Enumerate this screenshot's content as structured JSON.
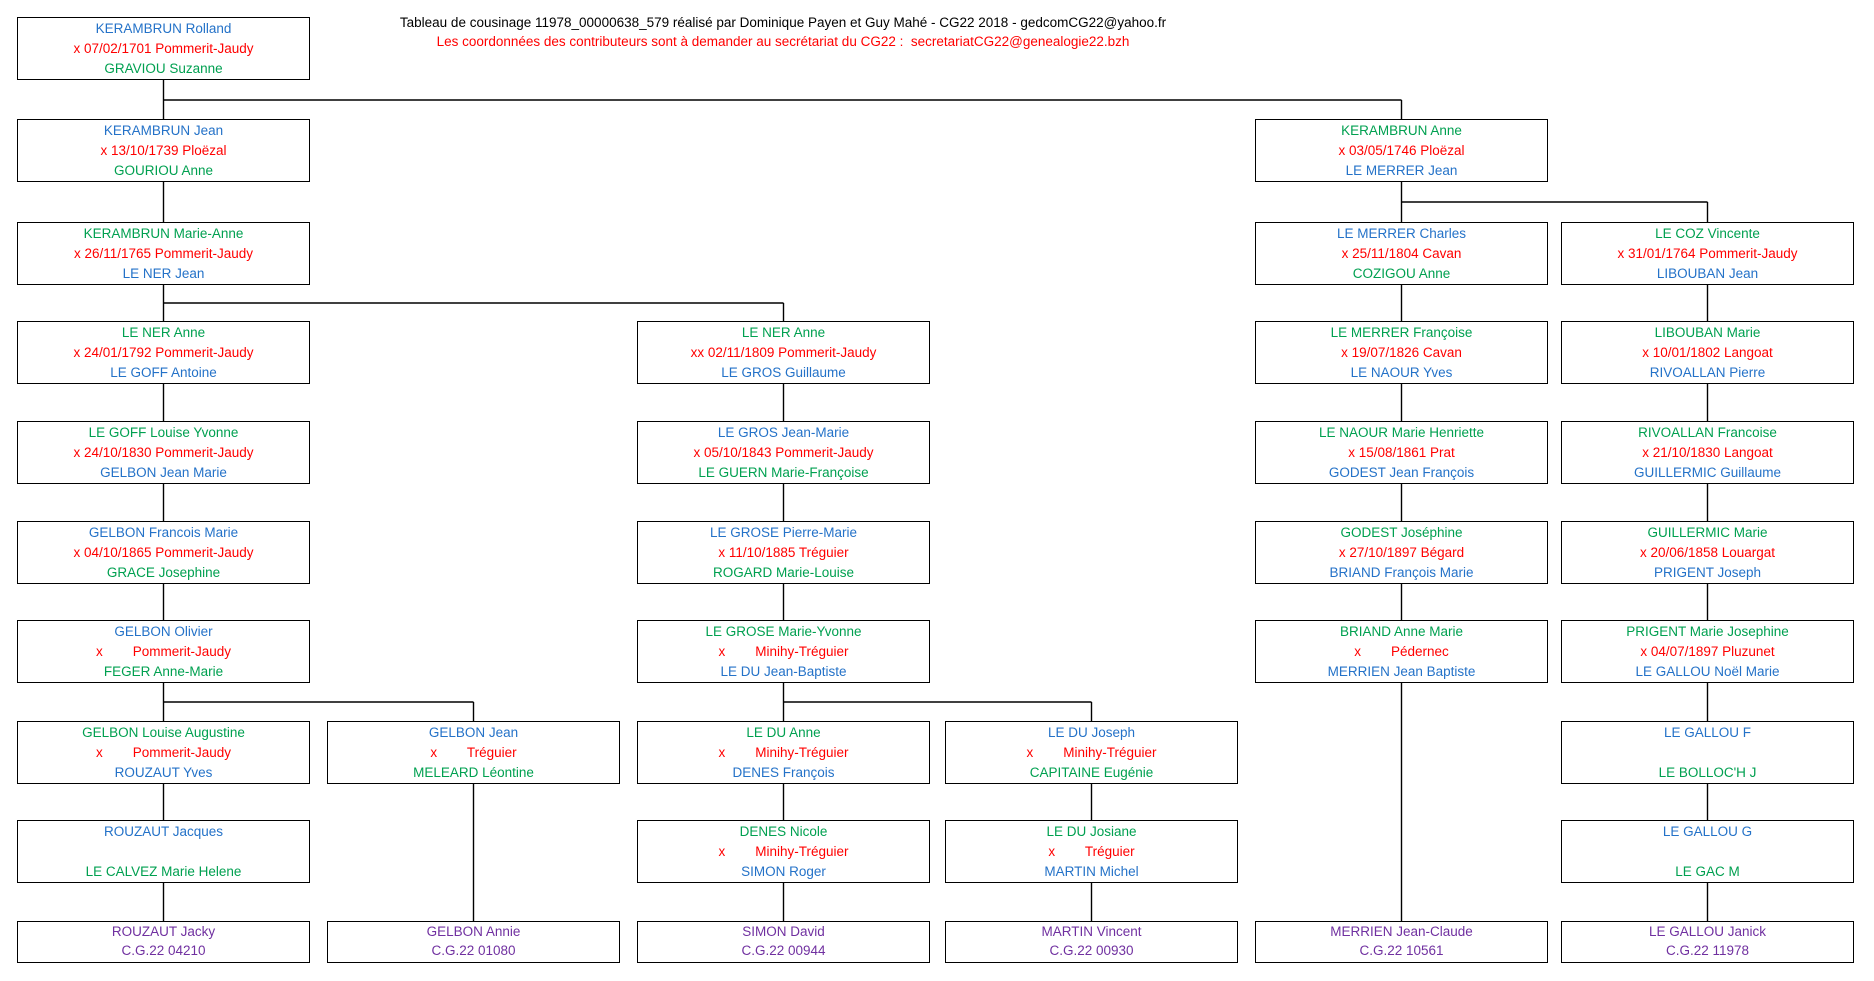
{
  "title": {
    "line1": "Tableau de cousinage 11978_00000638_579 réalisé par Dominique Payen et Guy Mahé - CG22 2018 - gedcomCG22@yahoo.fr",
    "line2": "Les coordonnées des contributeurs sont à demander au secrétariat du CG22 :  secretariatCG22@genealogie22.bzh"
  },
  "colors": {
    "blue": "#2472C8",
    "green": "#00A050",
    "red": "#FF0000",
    "purple": "#7030A0",
    "black": "#000000",
    "line": "#000000"
  },
  "boxes": [
    {
      "id": "b01",
      "col": 1,
      "row": 1,
      "line1": "KERAMBRUN Rolland",
      "line1_color": "blue",
      "line2": "x 07/02/1701 Pommerit-Jaudy",
      "line3": "GRAVIOU Suzanne",
      "line3_color": "green"
    },
    {
      "id": "b02",
      "col": 1,
      "row": 2,
      "line1": "KERAMBRUN Jean",
      "line1_color": "blue",
      "line2": "x 13/10/1739 Ploëzal",
      "line3": "GOURIOU Anne",
      "line3_color": "green"
    },
    {
      "id": "b03",
      "col": 1,
      "row": 3,
      "line1": "KERAMBRUN Marie-Anne",
      "line1_color": "green",
      "line2": "x 26/11/1765 Pommerit-Jaudy",
      "line3": "LE NER Jean",
      "line3_color": "blue"
    },
    {
      "id": "b04",
      "col": 1,
      "row": 4,
      "line1": "LE NER Anne",
      "line1_color": "green",
      "line2": "x 24/01/1792 Pommerit-Jaudy",
      "line3": "LE GOFF Antoine",
      "line3_color": "blue"
    },
    {
      "id": "b05",
      "col": 1,
      "row": 5,
      "line1": "LE GOFF Louise Yvonne",
      "line1_color": "green",
      "line2": "x 24/10/1830 Pommerit-Jaudy",
      "line3": "GELBON Jean Marie",
      "line3_color": "blue"
    },
    {
      "id": "b06",
      "col": 1,
      "row": 6,
      "line1": "GELBON Francois Marie",
      "line1_color": "blue",
      "line2": "x 04/10/1865 Pommerit-Jaudy",
      "line3": "GRACE Josephine",
      "line3_color": "green"
    },
    {
      "id": "b07",
      "col": 1,
      "row": 7,
      "line1": "GELBON Olivier",
      "line1_color": "blue",
      "line2": "x        Pommerit-Jaudy",
      "line3": "FEGER Anne-Marie",
      "line3_color": "green"
    },
    {
      "id": "b08",
      "col": 1,
      "row": 8,
      "line1": "GELBON Louise Augustine",
      "line1_color": "green",
      "line2": "x        Pommerit-Jaudy",
      "line3": "ROUZAUT Yves",
      "line3_color": "blue"
    },
    {
      "id": "b09",
      "col": 1,
      "row": 9,
      "line1": "ROUZAUT Jacques",
      "line1_color": "blue",
      "line2": "",
      "line3": "LE CALVEZ Marie Helene",
      "line3_color": "green"
    },
    {
      "id": "b10",
      "col": 1,
      "row": 10,
      "line1": "ROUZAUT Jacky",
      "line2": "C.G.22 04210",
      "code_box": true
    },
    {
      "id": "b11",
      "col": 2,
      "row": 8,
      "line1": "GELBON Jean",
      "line1_color": "blue",
      "line2": "x        Tréguier",
      "line3": "MELEARD Léontine",
      "line3_color": "green"
    },
    {
      "id": "b12",
      "col": 2,
      "row": 10,
      "line1": "GELBON Annie",
      "line2": "C.G.22 01080",
      "code_box": true
    },
    {
      "id": "b13",
      "col": 3,
      "row": 4,
      "line1": "LE NER Anne",
      "line1_color": "green",
      "line2": "xx 02/11/1809 Pommerit-Jaudy",
      "line3": "LE GROS Guillaume",
      "line3_color": "blue"
    },
    {
      "id": "b14",
      "col": 3,
      "row": 5,
      "line1": "LE GROS Jean-Marie",
      "line1_color": "blue",
      "line2": "x 05/10/1843 Pommerit-Jaudy",
      "line3": "LE GUERN Marie-Françoise",
      "line3_color": "green"
    },
    {
      "id": "b15",
      "col": 3,
      "row": 6,
      "line1": "LE GROSE Pierre-Marie",
      "line1_color": "blue",
      "line2": "x 11/10/1885 Tréguier",
      "line3": "ROGARD Marie-Louise",
      "line3_color": "green"
    },
    {
      "id": "b16",
      "col": 3,
      "row": 7,
      "line1": "LE GROSE Marie-Yvonne",
      "line1_color": "green",
      "line2": "x        Minihy-Tréguier",
      "line3": "LE DU Jean-Baptiste",
      "line3_color": "blue"
    },
    {
      "id": "b17",
      "col": 3,
      "row": 8,
      "line1": "LE DU Anne",
      "line1_color": "green",
      "line2": "x        Minihy-Tréguier",
      "line3": "DENES François",
      "line3_color": "blue"
    },
    {
      "id": "b18",
      "col": 3,
      "row": 9,
      "line1": "DENES Nicole",
      "line1_color": "green",
      "line2": "x        Minihy-Tréguier",
      "line3": "SIMON Roger",
      "line3_color": "blue"
    },
    {
      "id": "b19",
      "col": 3,
      "row": 10,
      "line1": "SIMON David",
      "line2": "C.G.22 00944",
      "code_box": true
    },
    {
      "id": "b20",
      "col": 4,
      "row": 8,
      "line1": "LE DU Joseph",
      "line1_color": "blue",
      "line2": "x        Minihy-Tréguier",
      "line3": "CAPITAINE Eugénie",
      "line3_color": "green"
    },
    {
      "id": "b21",
      "col": 4,
      "row": 9,
      "line1": "LE DU Josiane",
      "line1_color": "green",
      "line2": "x        Tréguier",
      "line3": "MARTIN Michel",
      "line3_color": "blue"
    },
    {
      "id": "b22",
      "col": 4,
      "row": 10,
      "line1": "MARTIN Vincent",
      "line2": "C.G.22 00930",
      "code_box": true
    },
    {
      "id": "b23",
      "col": 5,
      "row": 2,
      "line1": "KERAMBRUN Anne",
      "line1_color": "green",
      "line2": "x 03/05/1746 Ploëzal",
      "line3": "LE MERRER Jean",
      "line3_color": "blue"
    },
    {
      "id": "b24",
      "col": 5,
      "row": 3,
      "line1": "LE MERRER Charles",
      "line1_color": "blue",
      "line2": "x 25/11/1804 Cavan",
      "line3": "COZIGOU Anne",
      "line3_color": "green"
    },
    {
      "id": "b25",
      "col": 5,
      "row": 4,
      "line1": "LE MERRER Françoise",
      "line1_color": "green",
      "line2": "x 19/07/1826 Cavan",
      "line3": "LE NAOUR Yves",
      "line3_color": "blue"
    },
    {
      "id": "b26",
      "col": 5,
      "row": 5,
      "line1": "LE NAOUR Marie Henriette",
      "line1_color": "green",
      "line2": "x 15/08/1861 Prat",
      "line3": "GODEST Jean François",
      "line3_color": "blue"
    },
    {
      "id": "b27",
      "col": 5,
      "row": 6,
      "line1": "GODEST Joséphine",
      "line1_color": "green",
      "line2": "x 27/10/1897 Bégard",
      "line3": "BRIAND François Marie",
      "line3_color": "blue"
    },
    {
      "id": "b28",
      "col": 5,
      "row": 7,
      "line1": "BRIAND Anne Marie",
      "line1_color": "green",
      "line2": "x        Pédernec",
      "line3": "MERRIEN Jean Baptiste",
      "line3_color": "blue"
    },
    {
      "id": "b29",
      "col": 5,
      "row": 10,
      "line1": "MERRIEN Jean-Claude",
      "line2": "C.G.22 10561",
      "code_box": true
    },
    {
      "id": "b30",
      "col": 6,
      "row": 3,
      "line1": "LE COZ Vincente",
      "line1_color": "green",
      "line2": "x 31/01/1764 Pommerit-Jaudy",
      "line3": "LIBOUBAN Jean",
      "line3_color": "blue"
    },
    {
      "id": "b31",
      "col": 6,
      "row": 4,
      "line1": "LIBOUBAN Marie",
      "line1_color": "green",
      "line2": "x 10/01/1802 Langoat",
      "line3": "RIVOALLAN Pierre",
      "line3_color": "blue"
    },
    {
      "id": "b32",
      "col": 6,
      "row": 5,
      "line1": "RIVOALLAN Francoise",
      "line1_color": "green",
      "line2": "x 21/10/1830 Langoat",
      "line3": "GUILLERMIC Guillaume",
      "line3_color": "blue"
    },
    {
      "id": "b33",
      "col": 6,
      "row": 6,
      "line1": "GUILLERMIC Marie",
      "line1_color": "green",
      "line2": "x 20/06/1858 Louargat",
      "line3": "PRIGENT Joseph",
      "line3_color": "blue"
    },
    {
      "id": "b34",
      "col": 6,
      "row": 7,
      "line1": "PRIGENT Marie Josephine",
      "line1_color": "green",
      "line2": "x 04/07/1897 Pluzunet",
      "line3": "LE GALLOU Noël Marie",
      "line3_color": "blue"
    },
    {
      "id": "b35",
      "col": 6,
      "row": 8,
      "line1": "LE GALLOU F",
      "line1_color": "blue",
      "line2": "",
      "line3": "LE BOLLOC'H J",
      "line3_color": "green"
    },
    {
      "id": "b36",
      "col": 6,
      "row": 9,
      "line1": "LE GALLOU G",
      "line1_color": "blue",
      "line2": "",
      "line3": "LE GAC M",
      "line3_color": "green"
    },
    {
      "id": "b37",
      "col": 6,
      "row": 10,
      "line1": "LE GALLOU Janick",
      "line2": "C.G.22 11978",
      "code_box": true
    }
  ],
  "links": [
    {
      "parent": "b01",
      "children": [
        "b02",
        "b23"
      ]
    },
    {
      "parent": "b02",
      "children": [
        "b03"
      ]
    },
    {
      "parent": "b03",
      "children": [
        "b04",
        "b13"
      ]
    },
    {
      "parent": "b04",
      "children": [
        "b05"
      ]
    },
    {
      "parent": "b05",
      "children": [
        "b06"
      ]
    },
    {
      "parent": "b06",
      "children": [
        "b07"
      ]
    },
    {
      "parent": "b07",
      "children": [
        "b08",
        "b11"
      ]
    },
    {
      "parent": "b08",
      "children": [
        "b09"
      ]
    },
    {
      "parent": "b09",
      "children": [
        "b10"
      ]
    },
    {
      "parent": "b11",
      "children": [
        "b12"
      ]
    },
    {
      "parent": "b13",
      "children": [
        "b14"
      ]
    },
    {
      "parent": "b14",
      "children": [
        "b15"
      ]
    },
    {
      "parent": "b15",
      "children": [
        "b16"
      ]
    },
    {
      "parent": "b16",
      "children": [
        "b17",
        "b20"
      ]
    },
    {
      "parent": "b17",
      "children": [
        "b18"
      ]
    },
    {
      "parent": "b18",
      "children": [
        "b19"
      ]
    },
    {
      "parent": "b20",
      "children": [
        "b21"
      ]
    },
    {
      "parent": "b21",
      "children": [
        "b22"
      ]
    },
    {
      "parent": "b23",
      "children": [
        "b24",
        "b30"
      ]
    },
    {
      "parent": "b24",
      "children": [
        "b25"
      ]
    },
    {
      "parent": "b25",
      "children": [
        "b26"
      ]
    },
    {
      "parent": "b26",
      "children": [
        "b27"
      ]
    },
    {
      "parent": "b27",
      "children": [
        "b28"
      ]
    },
    {
      "parent": "b28",
      "children": [
        "b29"
      ]
    },
    {
      "parent": "b30",
      "children": [
        "b31"
      ]
    },
    {
      "parent": "b31",
      "children": [
        "b32"
      ]
    },
    {
      "parent": "b32",
      "children": [
        "b33"
      ]
    },
    {
      "parent": "b33",
      "children": [
        "b34"
      ]
    },
    {
      "parent": "b34",
      "children": [
        "b35"
      ]
    },
    {
      "parent": "b35",
      "children": [
        "b36"
      ]
    },
    {
      "parent": "b36",
      "children": [
        "b37"
      ]
    }
  ]
}
